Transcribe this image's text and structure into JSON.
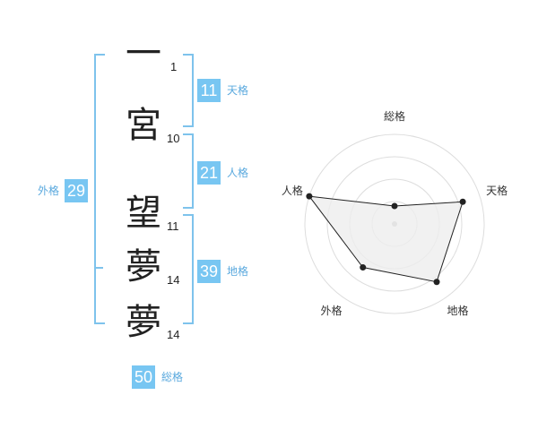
{
  "name_chars": [
    {
      "char": "一",
      "strokes": "1"
    },
    {
      "char": "宮",
      "strokes": "10"
    },
    {
      "char": "望",
      "strokes": "11"
    },
    {
      "char": "夢",
      "strokes": "14"
    },
    {
      "char": "夢",
      "strokes": "14"
    }
  ],
  "kakaku": {
    "tenkaku": {
      "value": "11",
      "label": "天格"
    },
    "jinkaku": {
      "value": "21",
      "label": "人格"
    },
    "chikaku": {
      "value": "39",
      "label": "地格"
    },
    "gaikaku": {
      "value": "29",
      "label": "外格"
    },
    "soukaku": {
      "value": "50",
      "label": "総格"
    }
  },
  "chart_data": {
    "type": "radar",
    "axes": [
      "総格",
      "天格",
      "地格",
      "外格",
      "人格"
    ],
    "values": [
      1,
      4,
      4,
      3,
      5
    ],
    "rmax": 5,
    "rings": 4,
    "colors": {
      "fill": "#eeeeee",
      "line": "#222222",
      "grid": "#dddddd",
      "center": "#bbbbbb"
    }
  }
}
